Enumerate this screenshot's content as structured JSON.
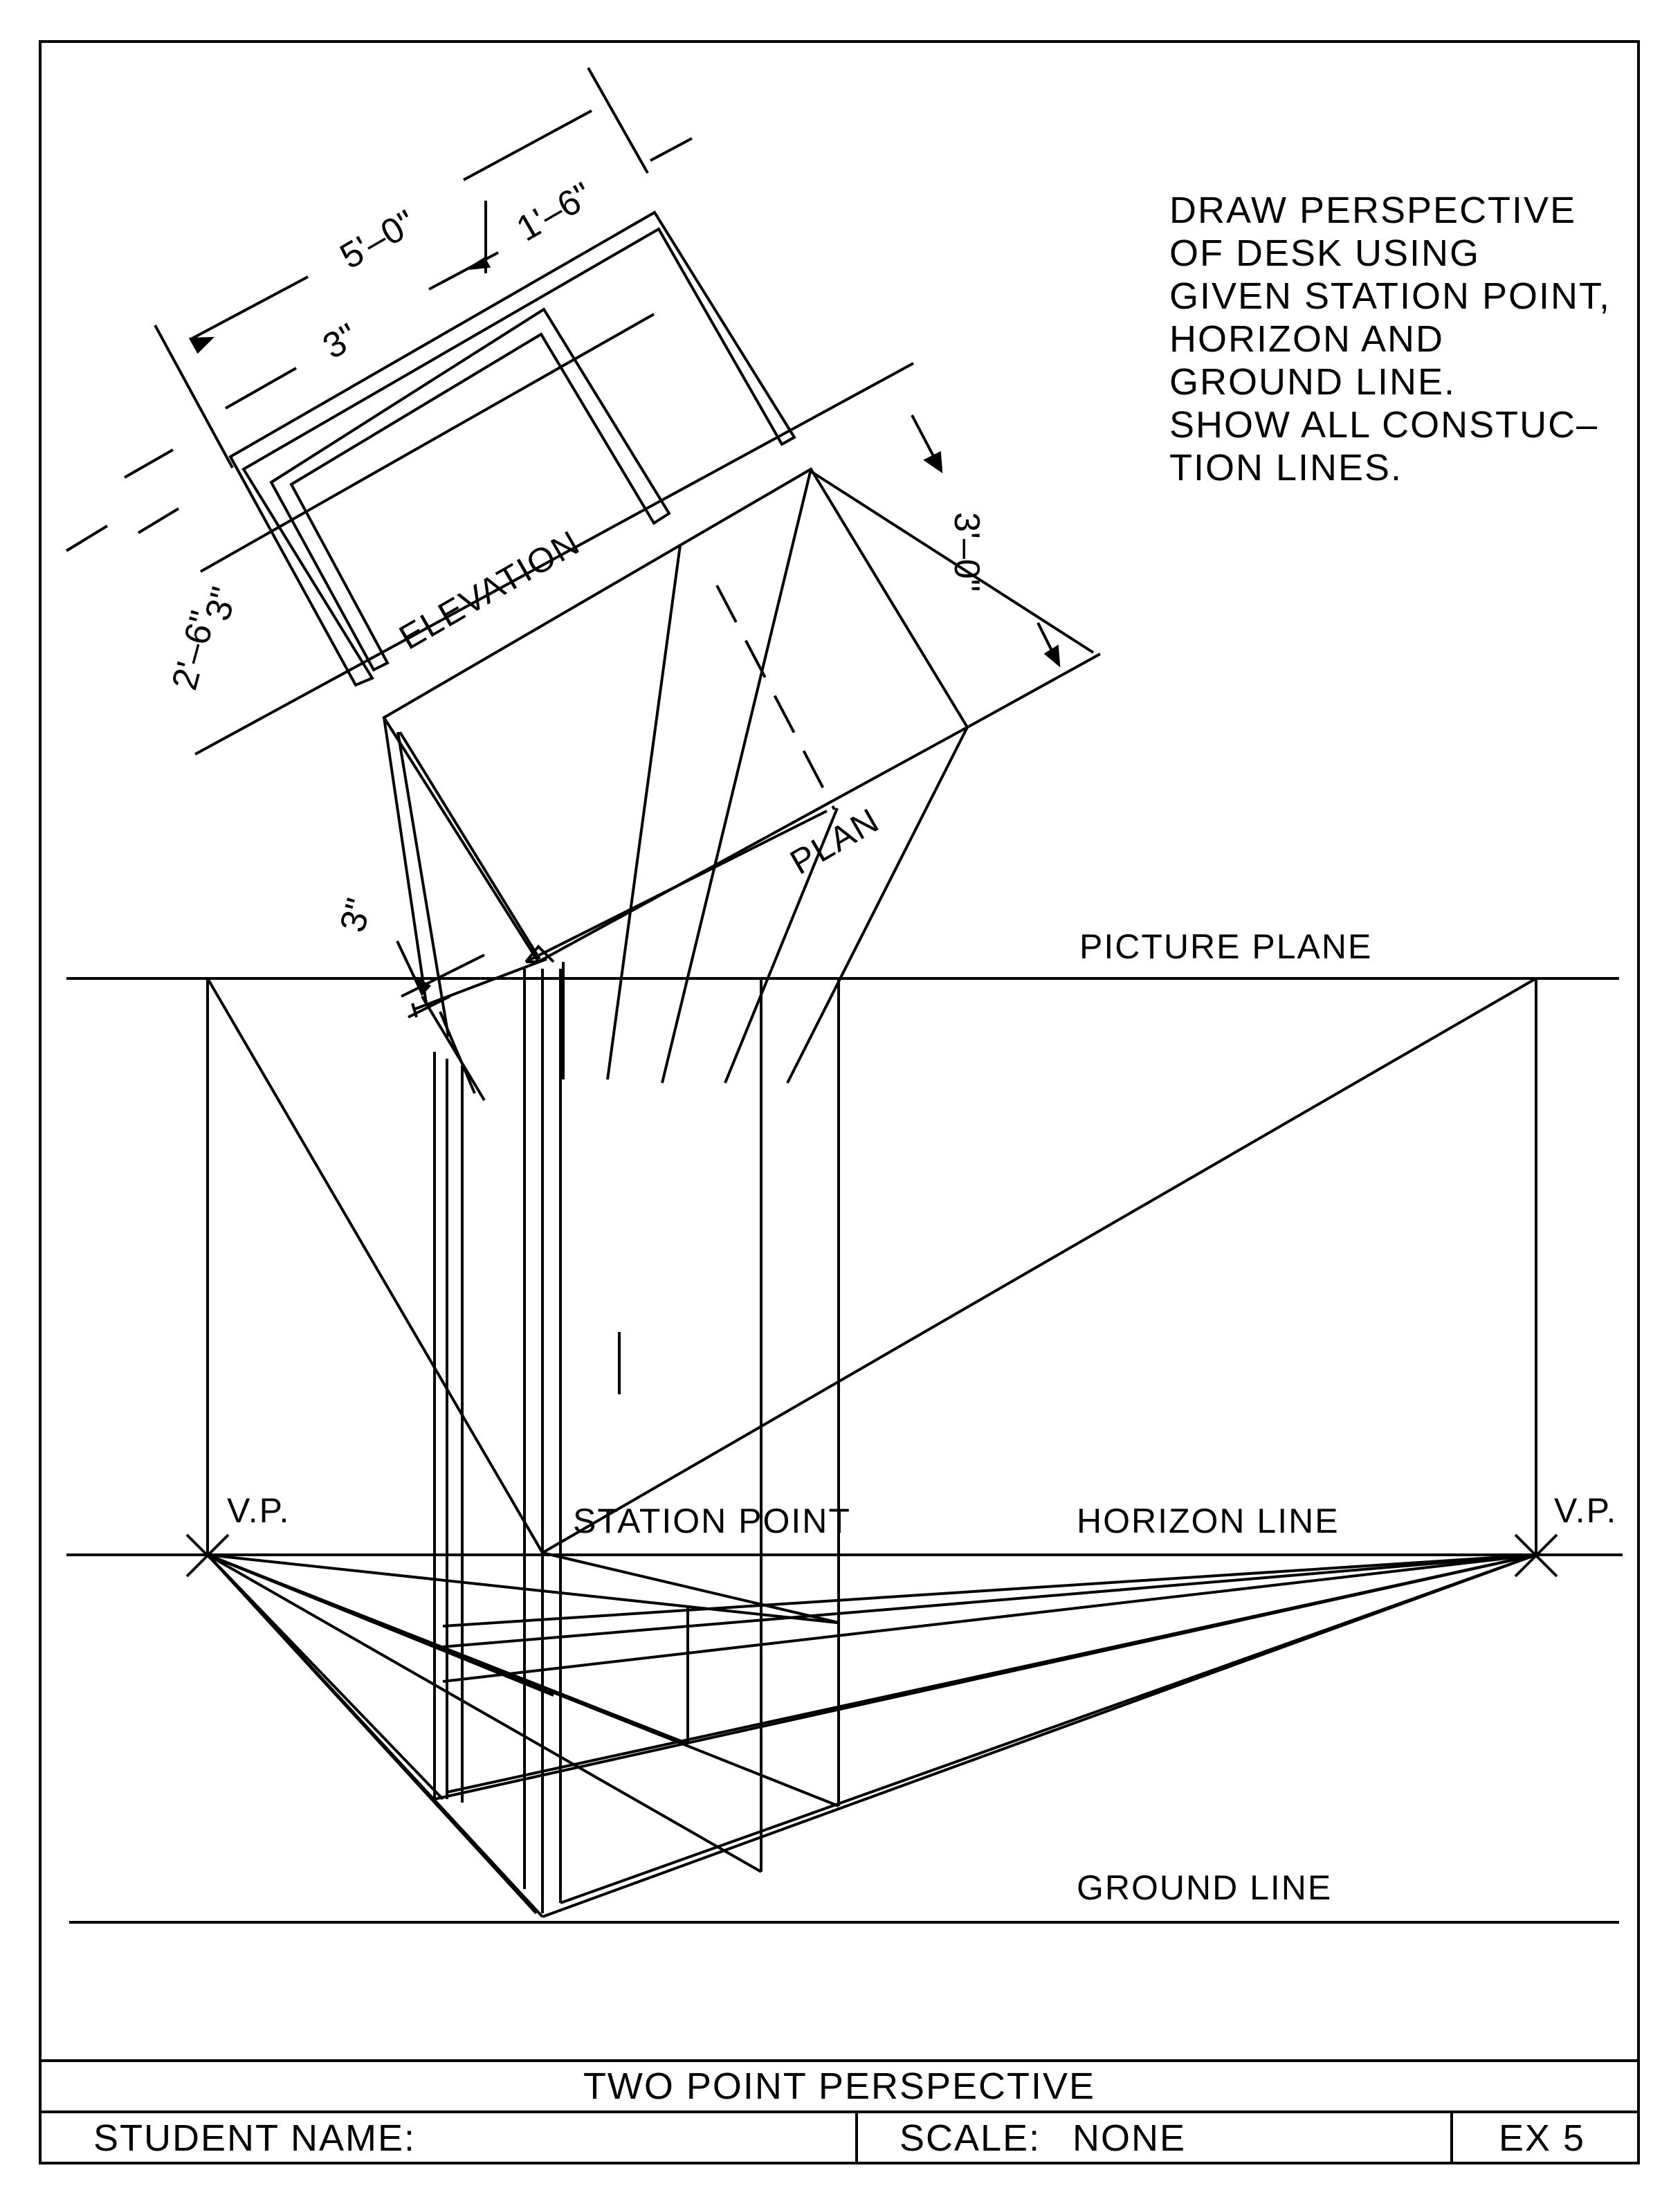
{
  "instructions": [
    "DRAW PERSPECTIVE",
    "OF DESK USING",
    "GIVEN STATION POINT,",
    "HORIZON AND",
    "GROUND LINE.",
    "SHOW ALL CONSTUC–",
    "TION LINES."
  ],
  "labels": {
    "picture_plane": "PICTURE PLANE",
    "station_point": "STATION POINT",
    "horizon_line": "HORIZON LINE",
    "ground_line": "GROUND LINE",
    "vp_left": "V.P.",
    "vp_right": "V.P.",
    "elevation": "ELEVATION",
    "plan": "PLAN"
  },
  "dimensions": {
    "overall_width": "5'–0\"",
    "leg_width": "3\"",
    "drawer_width": "1'–6\"",
    "overall_height": "2'–6\"",
    "top_thickness": "3\"",
    "depth": "3'–0\"",
    "plan_leg": "3\""
  },
  "title_block": {
    "title": "TWO POINT PERSPECTIVE",
    "student_label": "STUDENT NAME:",
    "scale_label": "SCALE:",
    "scale_value": "NONE",
    "exercise": "EX 5"
  }
}
